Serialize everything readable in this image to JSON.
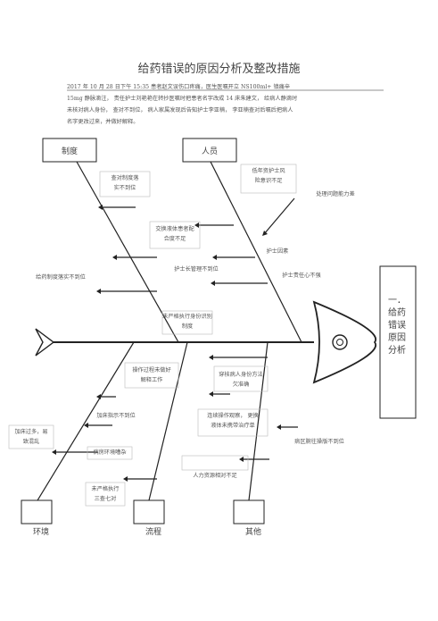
{
  "title": "给药错误的原因分析及整改措施",
  "intro": "2017 年  10 月  28 日下午  15:35 患者赵文误伤口疼痛，医生医嘱开立        NS100ml+  镇痛辛\n15mg 静脉滴注，    责任护士刘艳艳在转抄医嘱时把患者名字改成             14 床朱建文，    给病人静滴时\n未核对病人身份，      查对不到位，      病人家属发现后告知护士李亚楠，           李亚楠查对后嘱后把病人\n名字更改过来，并做好解释。",
  "categories": {
    "top_left": "制度",
    "top_right": "人员",
    "bottom_1": "环境",
    "bottom_2": "流程",
    "bottom_3": "其他"
  },
  "head_text": "一．给药错误原因分析",
  "causes": {
    "c1": "查对制度落\n实不到位",
    "c2": "低年资护士风\n险意识不足",
    "c3": "处理问题能力差",
    "c4": "交换液体患者配\n合度不足",
    "c5": "护士因素",
    "c6": "护士长管理不到位",
    "c7": "护士责任心不强",
    "c8": "给药制度落实不到位",
    "c9": "未严格执行身份识别\n制度",
    "c10": "操作过程未做好\n解释工作",
    "c11": "穿核病人身份方法\n欠准确",
    "c12": "加床指示不到位",
    "c13": "连续操作观察，    更换\n液体未携带治疗单",
    "c14": "加床过多，易\n致混乱",
    "c15": "病房环境嘈杂",
    "c16": "病区腕往操版不到位",
    "c17": "人力资源相对不足",
    "c18": "未严格执行\n三查七对"
  }
}
